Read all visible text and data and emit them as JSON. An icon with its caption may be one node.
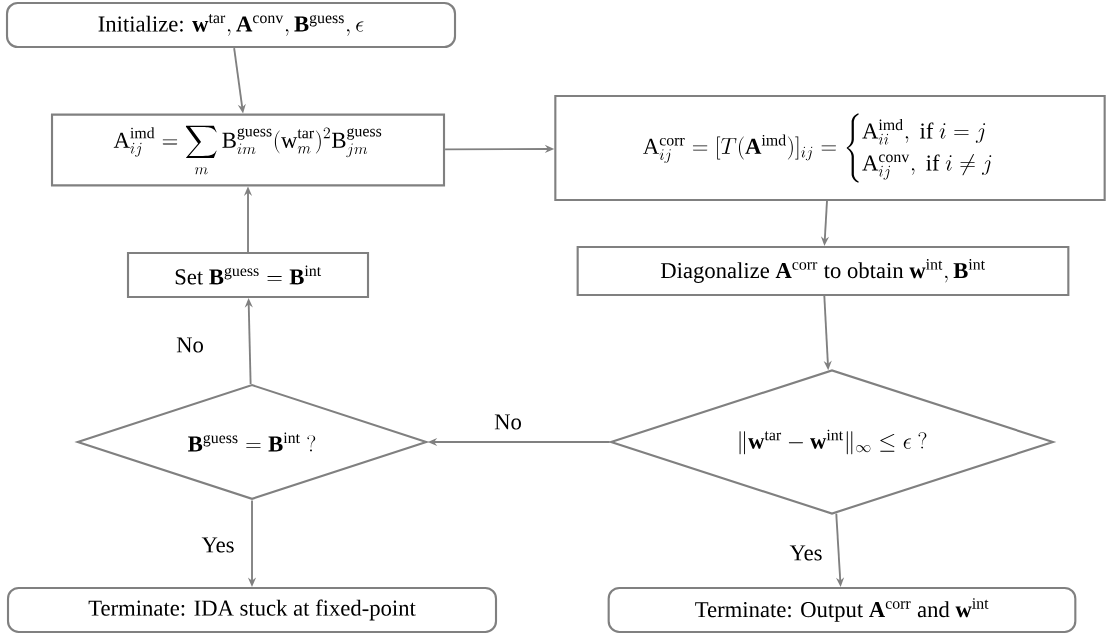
{
  "diagram": {
    "nodes": [
      {
        "text": [
          "\\text{Initialize: } \\mathbf{w}^{\\mathrm{tar}},\\mathbf{A}^{\\mathrm{conv}},\\mathbf{B}^{\\mathrm{guess}},\\epsilon"
        ]
      },
      {
        "text": [
          "\\mathrm{A}_{ij}^{\\mathrm{imd}}=\\sum_{m}\\mathrm{B}_{im}^{\\mathrm{guess}}(\\mathrm{w}_{m}^{\\mathrm{tar}})^{2}\\mathrm{B}_{jm}^{\\mathrm{guess}}"
        ]
      },
      {
        "text": [
          "\\mathrm{A}_{ij}^{\\mathrm{corr}}=[T(\\mathbf{A}^{\\mathrm{imd}})]_{ij}=\\begin{cases}\\mathrm{A}_{ii}^{\\mathrm{imd}},\\ \\text{if } i=j\\\\ \\mathrm{A}_{ij}^{\\mathrm{conv}},\\ \\text{if } i\\neq j\\end{cases}"
        ]
      },
      {
        "text": [
          "\\text{Diagonalize } \\mathbf{A}^{\\mathrm{corr}} \\text{ to obtain } \\mathbf{w}^{\\mathrm{int}},\\mathbf{B}^{\\mathrm{int}}"
        ]
      },
      {
        "text": [
          "\\text{Set } \\mathbf{B}^{\\mathrm{guess}}=\\mathbf{B}^{\\mathrm{int}}"
        ]
      },
      {
        "text": [
          "\\|\\mathbf{w}^{\\mathrm{tar}}-\\mathbf{w}^{\\mathrm{int}}\\|_{\\infty}\\leq\\epsilon\\ ?"
        ]
      },
      {
        "text": [
          "\\mathbf{B}^{\\mathrm{guess}}=\\mathbf{B}^{\\mathrm{int}}\\ ?"
        ]
      },
      {
        "text": [
          "\\text{Terminate: IDA stuck at fixed-point}"
        ]
      },
      {
        "text": [
          "\\text{Terminate: Output } \\mathbf{A}^{\\mathrm{corr}} \\text{ and } \\mathbf{w}^{\\mathrm{int}}"
        ]
      }
    ],
    "edges": [
      {
        "from": 0,
        "to": 1,
        "arrow": "to"
      },
      {
        "from": 1,
        "to": 2,
        "arrow": "to"
      },
      {
        "from": 2,
        "to": 3,
        "arrow": "to"
      },
      {
        "from": 3,
        "to": 5,
        "arrow": "to"
      },
      {
        "from": 5,
        "to": 6,
        "arrow": "to",
        "label": "No"
      },
      {
        "from": 6,
        "to": 4,
        "arrow": "to",
        "label": "No"
      },
      {
        "from": 4,
        "to": 1,
        "arrow": "to"
      },
      {
        "from": 6,
        "to": 7,
        "arrow": "to",
        "label": "Yes"
      },
      {
        "from": 5,
        "to": 8,
        "arrow": "to",
        "label": "Yes"
      }
    ]
  }
}
